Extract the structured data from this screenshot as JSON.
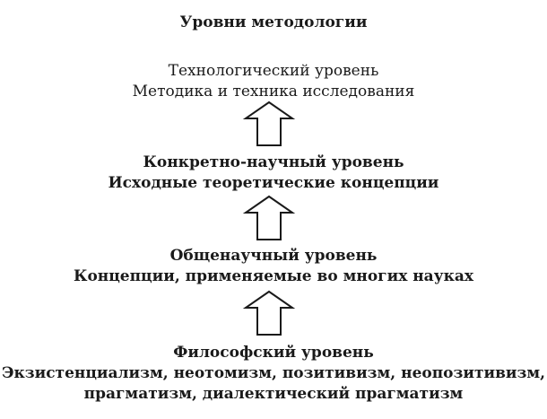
{
  "title": "Уровни методологии",
  "levels": {
    "technological": {
      "name": "Технологический уровень",
      "description": "Методика и техника исследования"
    },
    "concrete_scientific": {
      "name": "Конкретно-научный уровень",
      "description": "Исходные теоретические концепции"
    },
    "general_scientific": {
      "name": "Общенаучный уровень",
      "description": "Концепции, применяемые во многих науках"
    },
    "philosophical": {
      "name": "Философский уровень",
      "description_line1": "Экзистенциализм, неотомизм, позитивизм, неопозитивизм,",
      "description_line2": "прагматизм, диалектический прагматизм"
    }
  },
  "arrows": [
    "up-arrow-icon",
    "up-arrow-icon",
    "up-arrow-icon"
  ]
}
